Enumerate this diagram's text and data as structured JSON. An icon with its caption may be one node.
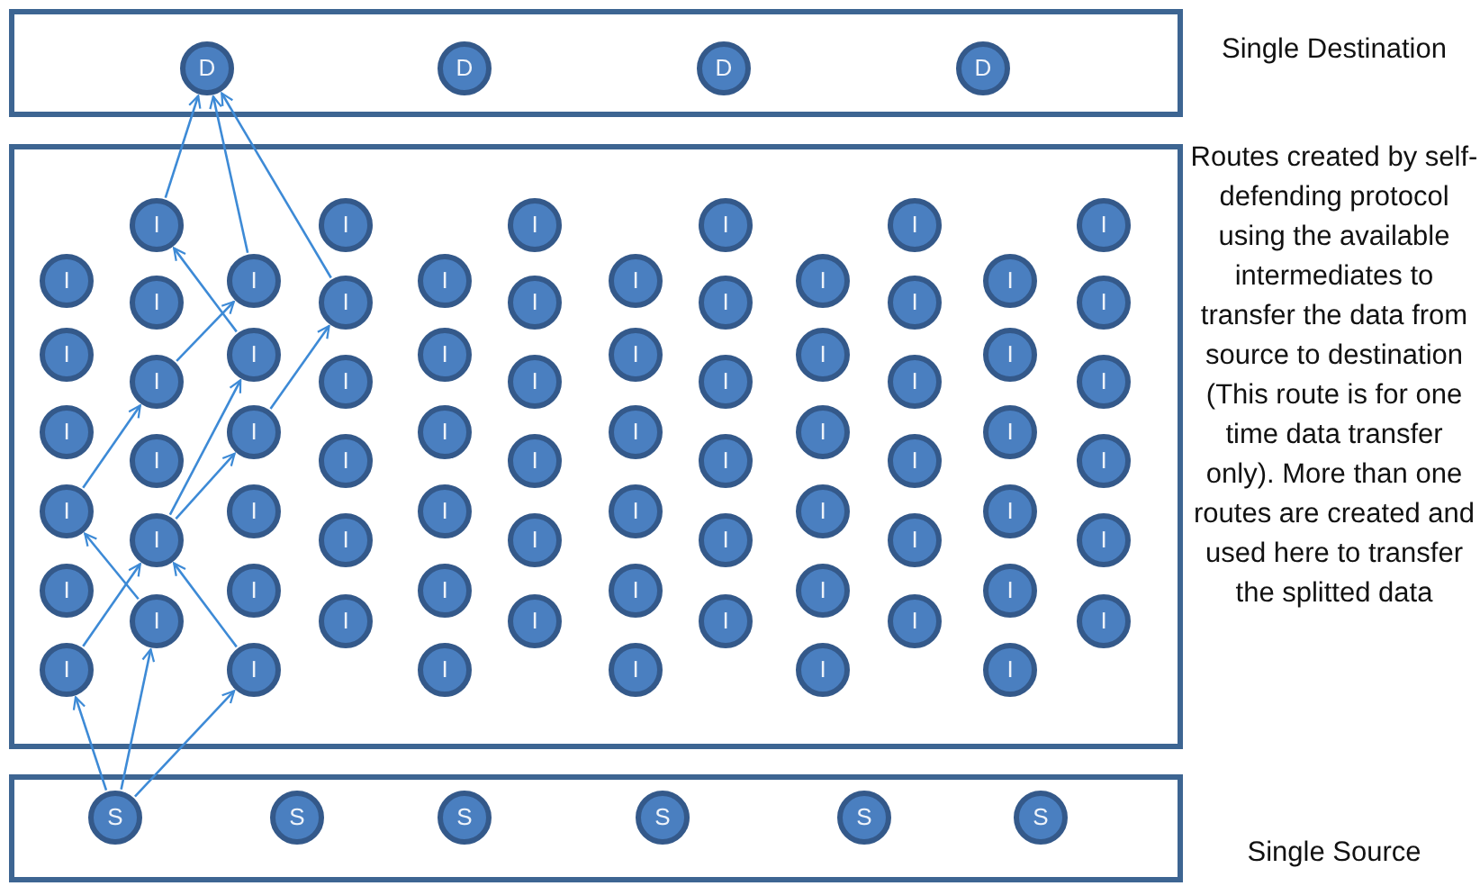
{
  "diagram": {
    "nodes": [
      {
        "text": [
          "Single Destination"
        ]
      },
      {
        "text": [
          "D"
        ],
        "in": 0
      },
      {
        "text": [
          "D"
        ],
        "in": 0
      },
      {
        "text": [
          "D"
        ],
        "in": 0
      },
      {
        "text": [
          "D"
        ],
        "in": 0
      },
      {
        "text": [
          "Routes created by self-defending protocol using the available intermediates to transfer the data from source to destination (This route is for one time data transfer only). More than one routes are created and used here to transfer the splitted data"
        ]
      },
      {
        "text": [
          "I"
        ],
        "in": 5
      },
      {
        "text": [
          "I"
        ],
        "in": 5
      },
      {
        "text": [
          "I"
        ],
        "in": 5
      },
      {
        "text": [
          "I"
        ],
        "in": 5
      },
      {
        "text": [
          "I"
        ],
        "in": 5
      },
      {
        "text": [
          "I"
        ],
        "in": 5
      },
      {
        "text": [
          "I"
        ],
        "in": 5
      },
      {
        "text": [
          "I"
        ],
        "in": 5
      },
      {
        "text": [
          "I"
        ],
        "in": 5
      },
      {
        "text": [
          "I"
        ],
        "in": 5
      },
      {
        "text": [
          "I"
        ],
        "in": 5
      },
      {
        "text": [
          "I"
        ],
        "in": 5
      },
      {
        "text": [
          "I"
        ],
        "in": 5
      },
      {
        "text": [
          "I"
        ],
        "in": 5
      },
      {
        "text": [
          "I"
        ],
        "in": 5
      },
      {
        "text": [
          "I"
        ],
        "in": 5
      },
      {
        "text": [
          "I"
        ],
        "in": 5
      },
      {
        "text": [
          "I"
        ],
        "in": 5
      },
      {
        "text": [
          "I"
        ],
        "in": 5
      },
      {
        "text": [
          "I"
        ],
        "in": 5
      },
      {
        "text": [
          "I"
        ],
        "in": 5
      },
      {
        "text": [
          "I"
        ],
        "in": 5
      },
      {
        "text": [
          "I"
        ],
        "in": 5
      },
      {
        "text": [
          "I"
        ],
        "in": 5
      },
      {
        "text": [
          "I"
        ],
        "in": 5
      },
      {
        "text": [
          "I"
        ],
        "in": 5
      },
      {
        "text": [
          "I"
        ],
        "in": 5
      },
      {
        "text": [
          "I"
        ],
        "in": 5
      },
      {
        "text": [
          "I"
        ],
        "in": 5
      },
      {
        "text": [
          "I"
        ],
        "in": 5
      },
      {
        "text": [
          "I"
        ],
        "in": 5
      },
      {
        "text": [
          "I"
        ],
        "in": 5
      },
      {
        "text": [
          "I"
        ],
        "in": 5
      },
      {
        "text": [
          "I"
        ],
        "in": 5
      },
      {
        "text": [
          "I"
        ],
        "in": 5
      },
      {
        "text": [
          "I"
        ],
        "in": 5
      },
      {
        "text": [
          "I"
        ],
        "in": 5
      },
      {
        "text": [
          "I"
        ],
        "in": 5
      },
      {
        "text": [
          "I"
        ],
        "in": 5
      },
      {
        "text": [
          "I"
        ],
        "in": 5
      },
      {
        "text": [
          "I"
        ],
        "in": 5
      },
      {
        "text": [
          "I"
        ],
        "in": 5
      },
      {
        "text": [
          "I"
        ],
        "in": 5
      },
      {
        "text": [
          "I"
        ],
        "in": 5
      },
      {
        "text": [
          "I"
        ],
        "in": 5
      },
      {
        "text": [
          "I"
        ],
        "in": 5
      },
      {
        "text": [
          "I"
        ],
        "in": 5
      },
      {
        "text": [
          "I"
        ],
        "in": 5
      },
      {
        "text": [
          "I"
        ],
        "in": 5
      },
      {
        "text": [
          "I"
        ],
        "in": 5
      },
      {
        "text": [
          "I"
        ],
        "in": 5
      },
      {
        "text": [
          "I"
        ],
        "in": 5
      },
      {
        "text": [
          "I"
        ],
        "in": 5
      },
      {
        "text": [
          "I"
        ],
        "in": 5
      },
      {
        "text": [
          "I"
        ],
        "in": 5
      },
      {
        "text": [
          "I"
        ],
        "in": 5
      },
      {
        "text": [
          "I"
        ],
        "in": 5
      },
      {
        "text": [
          "I"
        ],
        "in": 5
      },
      {
        "text": [
          "I"
        ],
        "in": 5
      },
      {
        "text": [
          "I"
        ],
        "in": 5
      },
      {
        "text": [
          "I"
        ],
        "in": 5
      },
      {
        "text": [
          "I"
        ],
        "in": 5
      },
      {
        "text": [
          "I"
        ],
        "in": 5
      },
      {
        "text": [
          "I"
        ],
        "in": 5
      },
      {
        "text": [
          "I"
        ],
        "in": 5
      },
      {
        "text": [
          "I"
        ],
        "in": 5
      },
      {
        "text": [
          "I"
        ],
        "in": 5
      },
      {
        "text": [
          "I"
        ],
        "in": 5
      },
      {
        "text": [
          "I"
        ],
        "in": 5
      },
      {
        "text": [
          "I"
        ],
        "in": 5
      },
      {
        "text": [
          "I"
        ],
        "in": 5
      },
      {
        "text": [
          "I"
        ],
        "in": 5
      },
      {
        "text": [
          "Single Source"
        ]
      },
      {
        "text": [
          "S"
        ],
        "in": 78
      },
      {
        "text": [
          "S"
        ],
        "in": 78
      },
      {
        "text": [
          "S"
        ],
        "in": 78
      },
      {
        "text": [
          "S"
        ],
        "in": 78
      },
      {
        "text": [
          "S"
        ],
        "in": 78
      },
      {
        "text": [
          "S"
        ],
        "in": 78
      }
    ],
    "edges": [
      {
        "from": 79,
        "to": 11,
        "arrow": "to"
      },
      {
        "from": 79,
        "to": 17,
        "arrow": "to"
      },
      {
        "from": 79,
        "to": 23,
        "arrow": "to"
      },
      {
        "from": 11,
        "to": 16,
        "arrow": "to"
      },
      {
        "from": 17,
        "to": 9,
        "arrow": "to"
      },
      {
        "from": 23,
        "to": 16,
        "arrow": "to"
      },
      {
        "from": 9,
        "to": 14,
        "arrow": "to"
      },
      {
        "from": 14,
        "to": 18,
        "arrow": "to"
      },
      {
        "from": 16,
        "to": 19,
        "arrow": "to"
      },
      {
        "from": 16,
        "to": 20,
        "arrow": "to"
      },
      {
        "from": 20,
        "to": 25,
        "arrow": "to"
      },
      {
        "from": 19,
        "to": 12,
        "arrow": "to"
      },
      {
        "from": 12,
        "to": 1,
        "arrow": "to"
      },
      {
        "from": 18,
        "to": 1,
        "arrow": "to"
      },
      {
        "from": 25,
        "to": 1,
        "arrow": "to"
      }
    ]
  }
}
